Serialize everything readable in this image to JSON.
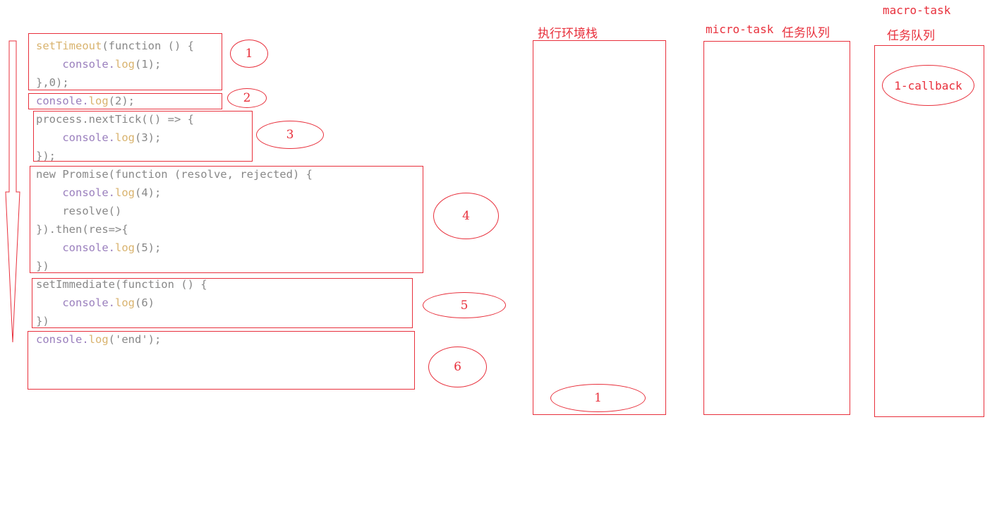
{
  "code_blocks": [
    {
      "id": "setTimeout",
      "lines": [
        [
          {
            "t": "setTimeout",
            "c": "kw"
          },
          {
            "t": "(function () {",
            "c": ""
          }
        ],
        [
          {
            "t": "    ",
            "c": ""
          },
          {
            "t": "console.",
            "c": "obj"
          },
          {
            "t": "log",
            "c": "kw"
          },
          {
            "t": "(1);",
            "c": ""
          }
        ],
        [
          {
            "t": "},0);",
            "c": ""
          }
        ]
      ]
    },
    {
      "id": "log2",
      "lines": [
        [
          {
            "t": "console.",
            "c": "obj"
          },
          {
            "t": "log",
            "c": "kw"
          },
          {
            "t": "(2);",
            "c": ""
          }
        ]
      ]
    },
    {
      "id": "nextTick",
      "lines": [
        [
          {
            "t": "process.nextTick(() => {",
            "c": ""
          }
        ],
        [
          {
            "t": "    ",
            "c": ""
          },
          {
            "t": "console.",
            "c": "obj"
          },
          {
            "t": "log",
            "c": "kw"
          },
          {
            "t": "(3);",
            "c": ""
          }
        ],
        [
          {
            "t": "});",
            "c": ""
          }
        ]
      ]
    },
    {
      "id": "promise",
      "lines": [
        [
          {
            "t": "new Promise(function (resolve, rejected) {",
            "c": ""
          }
        ],
        [
          {
            "t": "    ",
            "c": ""
          },
          {
            "t": "console.",
            "c": "obj"
          },
          {
            "t": "log",
            "c": "kw"
          },
          {
            "t": "(4);",
            "c": ""
          }
        ],
        [
          {
            "t": "    resolve()",
            "c": ""
          }
        ],
        [
          {
            "t": "}).then(res=>{",
            "c": ""
          }
        ],
        [
          {
            "t": "    ",
            "c": ""
          },
          {
            "t": "console.",
            "c": "obj"
          },
          {
            "t": "log",
            "c": "kw"
          },
          {
            "t": "(5);",
            "c": ""
          }
        ],
        [
          {
            "t": "})",
            "c": ""
          }
        ]
      ]
    },
    {
      "id": "setImmediate",
      "lines": [
        [
          {
            "t": "setImmediate(function () {",
            "c": ""
          }
        ],
        [
          {
            "t": "    ",
            "c": ""
          },
          {
            "t": "console.",
            "c": "obj"
          },
          {
            "t": "log",
            "c": "kw"
          },
          {
            "t": "(6)",
            "c": ""
          }
        ],
        [
          {
            "t": "})",
            "c": ""
          }
        ]
      ]
    },
    {
      "id": "end",
      "lines": [
        [
          {
            "t": "console.",
            "c": "obj"
          },
          {
            "t": "log",
            "c": "kw"
          },
          {
            "t": "('end');",
            "c": ""
          }
        ]
      ]
    }
  ],
  "step_markers": [
    "1",
    "2",
    "3",
    "4",
    "5",
    "6"
  ],
  "columns": {
    "call_stack": {
      "title": "执行环境栈",
      "item": "1"
    },
    "micro_queue": {
      "title_latin": "micro-task",
      "title_cjk": "任务队列"
    },
    "macro_queue": {
      "title_latin": "macro-task",
      "title_cjk": "任务队列",
      "item": "1-callback"
    }
  },
  "colors": {
    "accent": "#e8303c",
    "keyword": "#d9b36e",
    "object": "#9a7fbd",
    "text": "#888888"
  }
}
